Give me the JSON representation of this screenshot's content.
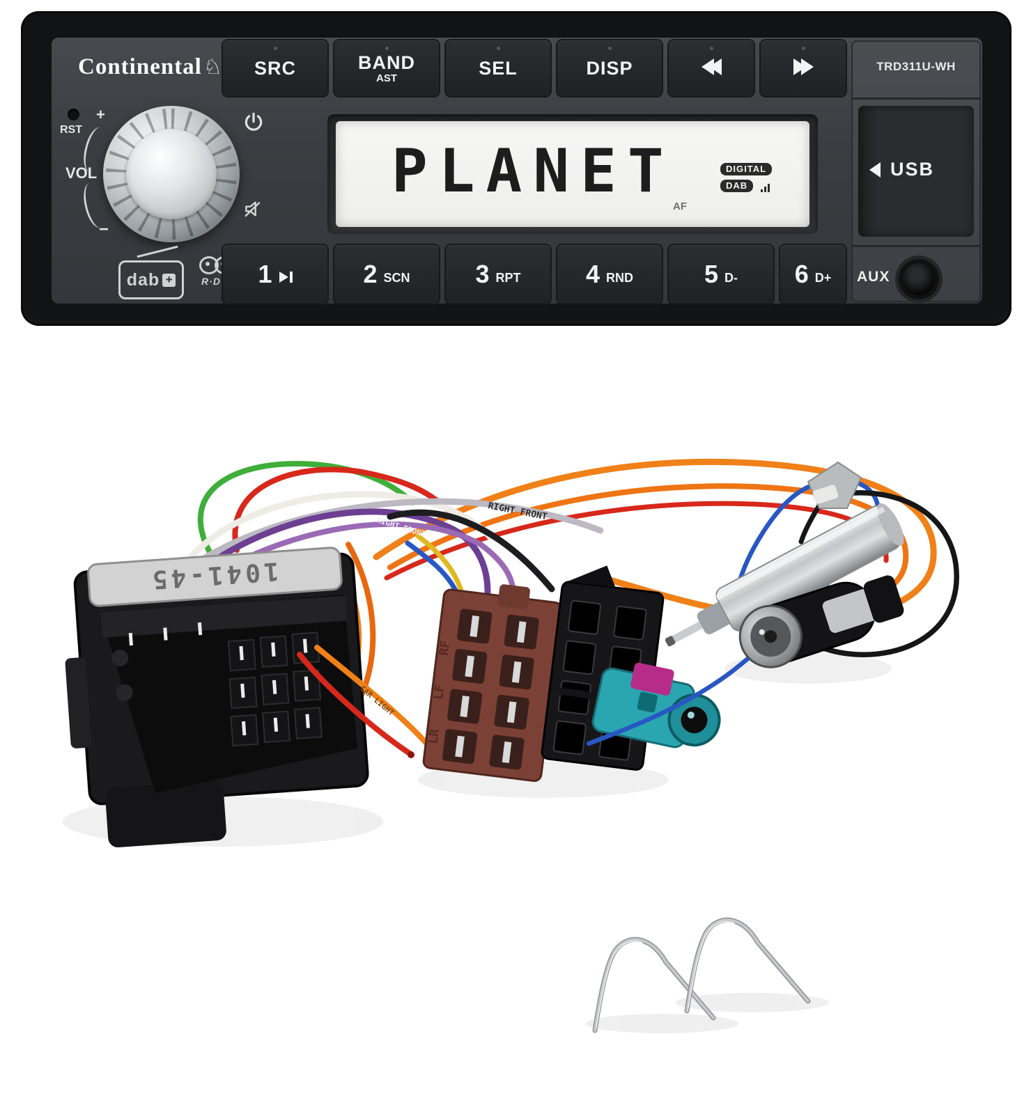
{
  "radio": {
    "brand_logo": "Continental",
    "brand_horse_icon": "♘",
    "model_label": "TRD311U-WH",
    "top_buttons": [
      {
        "label": "SRC"
      },
      {
        "label": "BAND",
        "sublabel": "AST"
      },
      {
        "label": "SEL"
      },
      {
        "label": "DISP"
      },
      {
        "icon": "rewind"
      },
      {
        "icon": "fast-forward"
      }
    ],
    "display": {
      "station": "PLANET",
      "badge_digital": "DIGITAL",
      "badge_dab": "DAB",
      "af": "AF"
    },
    "volume": {
      "rst": "RST",
      "vol": "VOL",
      "plus": "+",
      "minus": "−"
    },
    "ports": {
      "usb": "USB",
      "aux": "AUX"
    },
    "badges": {
      "dab_text": "dab",
      "dab_plus": "+",
      "rds_text": "R·D·S"
    },
    "presets": [
      {
        "number": "1",
        "icon": "play-pause"
      },
      {
        "number": "2",
        "sublabel": "SCN"
      },
      {
        "number": "3",
        "sublabel": "RPT"
      },
      {
        "number": "4",
        "sublabel": "RND"
      },
      {
        "number": "5",
        "sublabel": "D-"
      },
      {
        "number": "6",
        "sublabel": "D+"
      }
    ]
  },
  "harness": {
    "quadlock_label": "1041-45",
    "wire_prints": {
      "front": "RIGHT FRONT",
      "light": "CAR LIGHT"
    },
    "iso_markings": [
      "RF",
      "LF",
      "LR"
    ],
    "parts": [
      "quadlock-adapter",
      "iso-connector-brown",
      "iso-connector-black",
      "fakra-z-connector",
      "phantom-power-adapter",
      "iso-antenna-plug",
      "spade-terminal",
      "removal-keys"
    ]
  },
  "colors": {
    "radio_face": "#3e4246",
    "radio_frame": "#121315",
    "display_bg": "#f3f3f0",
    "wire_green": "#3fae3a",
    "wire_red": "#d7281b",
    "wire_white": "#efece6",
    "wire_grey": "#bcb9c3",
    "wire_purple": "#6d3f92",
    "wire_violet": "#9a6ab5",
    "wire_orange": "#f08018",
    "wire_yellow": "#e0b81f",
    "wire_blue": "#2857c4",
    "wire_black": "#1d1d1f",
    "connector_brown": "#7c4136",
    "connector_black": "#161618",
    "fakra_teal": "#2aa6b1",
    "fakra_magenta": "#b62c88",
    "metal_silver": "#c9cccd"
  }
}
